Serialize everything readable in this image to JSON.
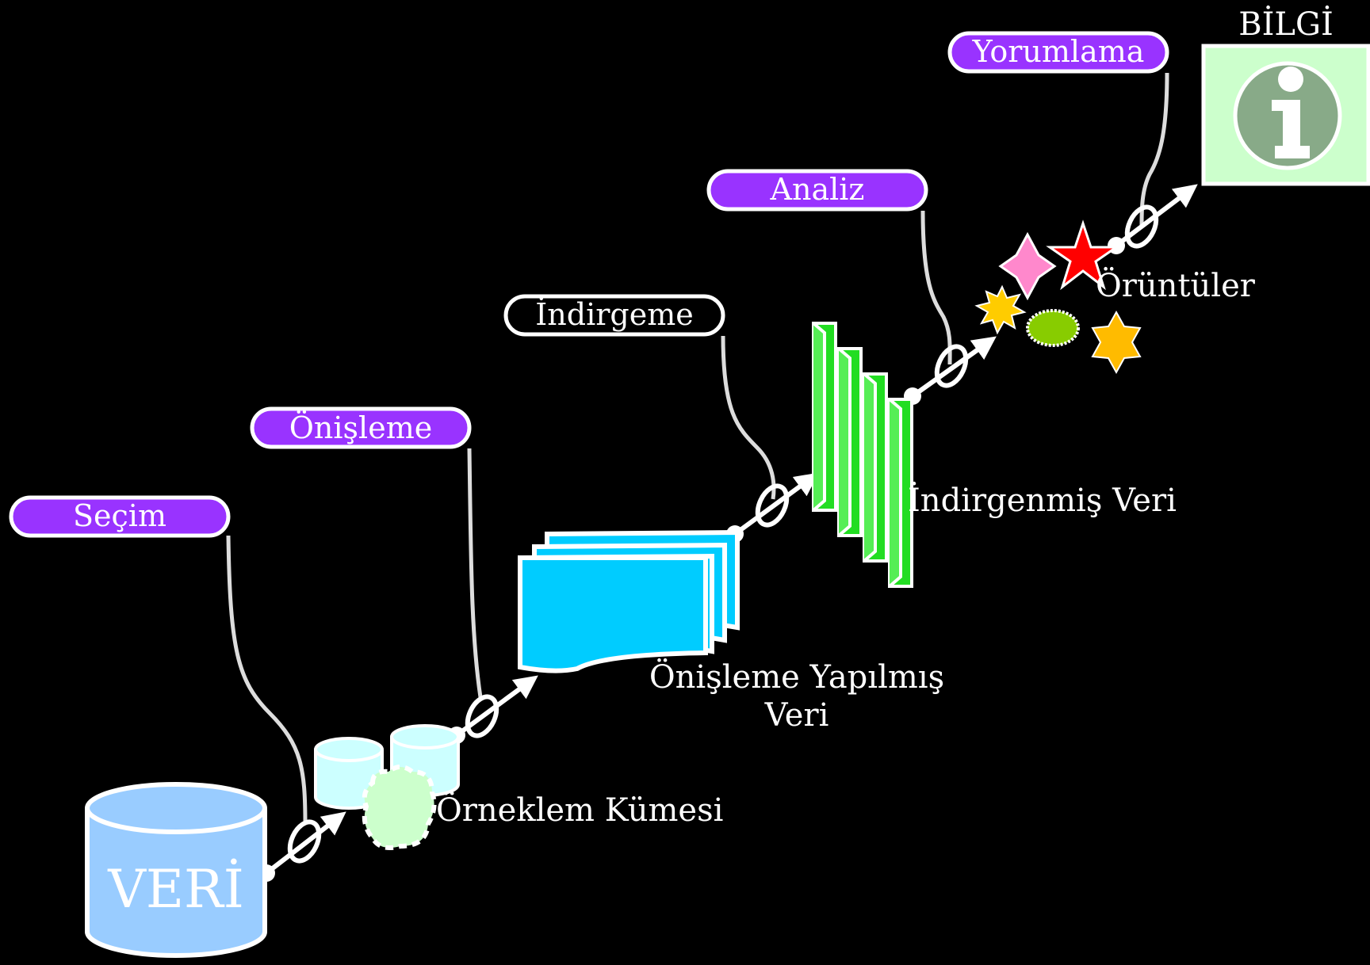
{
  "steps": {
    "secim": "Seçim",
    "onisleme": "Önişleme",
    "indirgeme": "İndirgeme",
    "analiz": "Analiz",
    "yorumlama": "Yorumlama"
  },
  "nodes": {
    "veri": "VERİ",
    "orneklem": "Örneklem Kümesi",
    "onislenmis_line1": "Önişleme Yapılmış",
    "onislenmis_line2": "Veri",
    "indirgenmis": "İndirgenmiş Veri",
    "oruntuler": "Örüntüler",
    "bilgi": "BİLGİ"
  },
  "icons": {
    "database": "database-cylinder-icon",
    "documents": "document-stack-icon",
    "info": "info-icon"
  },
  "colors": {
    "background": "#000000",
    "pill": "#9933ff",
    "database": "#99ccff",
    "sample": "#ccffff",
    "documents": "#00ccff",
    "reduced": "#22dd22",
    "info_box": "#ccffcc",
    "info_circle": "#88aa88"
  }
}
